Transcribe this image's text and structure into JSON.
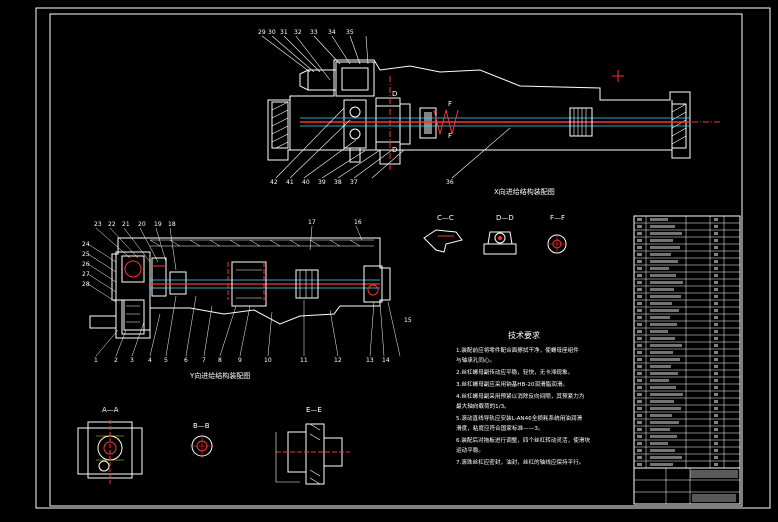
{
  "views": {
    "x_assembly_title": "X向进给结构装配图",
    "y_assembly_title": "Y向进给结构装配图",
    "section_cc": "C—C",
    "section_dd": "D—D",
    "section_ff": "F—F",
    "section_aa": "A—A",
    "section_bb": "B—B",
    "section_ee": "E—E",
    "cut_d_top": "D",
    "cut_d_bottom": "D",
    "cut_f_top": "F",
    "cut_f_bottom": "F"
  },
  "x_balloons": [
    "29",
    "30",
    "31",
    "32",
    "33",
    "34",
    "35",
    "42",
    "41",
    "40",
    "39",
    "38",
    "37",
    "36"
  ],
  "y_balloons": [
    "23",
    "22",
    "21",
    "20",
    "19",
    "18",
    "17",
    "16",
    "24",
    "25",
    "26",
    "27",
    "28",
    "1",
    "2",
    "3",
    "4",
    "5",
    "6",
    "7",
    "8",
    "9",
    "10",
    "11",
    "12",
    "13",
    "14",
    "15"
  ],
  "tech": {
    "title": "技术要求",
    "lines": [
      "1.装配前应将零件配合面擦拭干净，使螺母座组件",
      "  与轴承孔同心。",
      "2.丝杠螺母副传动应平稳，轻快，无卡滞现象。",
      "3.丝杠螺母副应采用钠基HB-20润滑脂润滑。",
      "4.丝杠螺母副采用预紧以消除反向间隙，其预紧力为",
      "  最大轴向载荷的1/3。",
      "5.滚动直线导轨应安装L-AN46全损耗系统用油润滑",
      "  滑度，粘度应符合国家标准——3。",
      "6.装配后对拖板进行调整，四个丝杠转动灵活，使滑块",
      "  运动平稳。",
      "7.滚珠丝杠应密封，油封，丝杠的轴线应保持平行。"
    ]
  },
  "colors": {
    "background": "#000000",
    "line": "#ffffff",
    "centerline": "#ff3030",
    "section_red": "#ff2020",
    "dimension_yellow": "#e8e020",
    "shaft_cyan": "#40e0ff"
  }
}
